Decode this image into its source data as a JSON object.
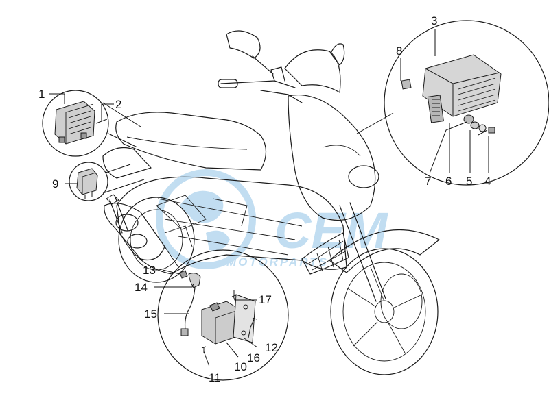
{
  "watermark": {
    "brand": "CEM",
    "tagline": "MOTORPARTS",
    "color": "#8fc3e6"
  },
  "callouts": [
    "1",
    "2",
    "3",
    "4",
    "5",
    "6",
    "7",
    "8",
    "9",
    "10",
    "11",
    "12",
    "13",
    "14",
    "15",
    "16",
    "17"
  ],
  "colors": {
    "line": "#1a1a1a",
    "body_shade": "#e6e6e6",
    "part_fill": "#cfcfcf",
    "part_dark": "#9a9a9a"
  }
}
